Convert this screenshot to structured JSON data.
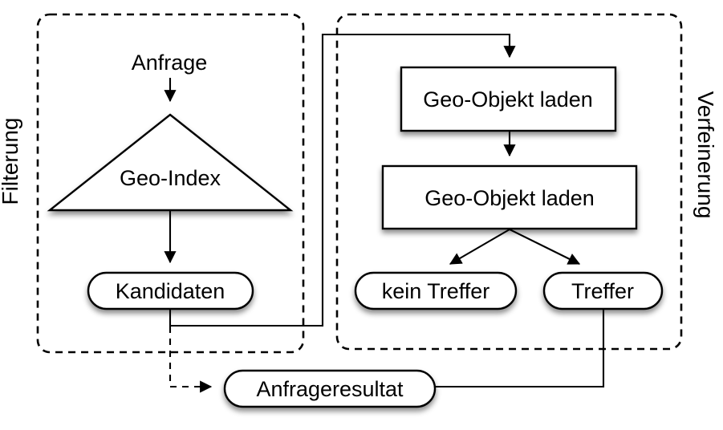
{
  "diagram": {
    "type": "flowchart",
    "language": "de",
    "colors": {
      "background": "#ffffff",
      "stroke": "#000000",
      "node_fill": "#ffffff",
      "shadow": "rgba(0,0,0,0.45)"
    },
    "sections": {
      "filterung": {
        "label": "Filterung",
        "side": "left",
        "border": "dashed"
      },
      "verfeinerung": {
        "label": "Verfeinerung",
        "side": "right",
        "border": "dashed"
      }
    },
    "nodes": {
      "anfrage": {
        "label": "Anfrage",
        "shape": "plain-text",
        "section": "filterung"
      },
      "geo_index": {
        "label": "Geo-Index",
        "shape": "triangle",
        "section": "filterung"
      },
      "kandidaten": {
        "label": "Kandidaten",
        "shape": "stadium",
        "section": "filterung"
      },
      "geo_objekt_laden_1": {
        "label": "Geo-Objekt laden",
        "shape": "rectangle",
        "section": "verfeinerung"
      },
      "geo_objekt_laden_2": {
        "label": "Geo-Objekt laden",
        "shape": "rectangle",
        "section": "verfeinerung"
      },
      "kein_treffer": {
        "label": "kein Treffer",
        "shape": "stadium",
        "section": "verfeinerung"
      },
      "treffer": {
        "label": "Treffer",
        "shape": "stadium",
        "section": "verfeinerung"
      },
      "anfrageresultat": {
        "label": "Anfrageresultat",
        "shape": "stadium",
        "section": "none"
      }
    },
    "edges": [
      {
        "from": "anfrage",
        "to": "geo_index",
        "style": "solid",
        "arrow": true
      },
      {
        "from": "geo_index",
        "to": "kandidaten",
        "style": "solid",
        "arrow": true
      },
      {
        "from": "kandidaten",
        "to": "geo_objekt_laden_1",
        "style": "solid",
        "arrow": true,
        "route": "down-right-up-right-down between section boxes"
      },
      {
        "from": "geo_objekt_laden_1",
        "to": "geo_objekt_laden_2",
        "style": "solid",
        "arrow": true
      },
      {
        "from": "geo_objekt_laden_2",
        "to": "kein_treffer",
        "style": "solid",
        "arrow": true
      },
      {
        "from": "geo_objekt_laden_2",
        "to": "treffer",
        "style": "solid",
        "arrow": true
      },
      {
        "from": "treffer",
        "to": "anfrageresultat",
        "style": "solid",
        "arrow": false
      },
      {
        "from": "kandidaten",
        "to": "anfrageresultat",
        "style": "dashed",
        "arrow": true
      }
    ]
  }
}
